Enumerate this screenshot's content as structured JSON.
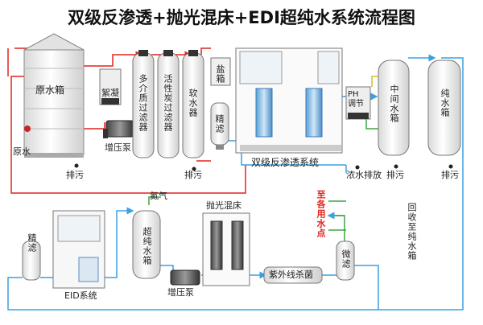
{
  "title": "双级反渗透+抛光混床+EDI超纯水系统流程图",
  "labels": {
    "raw_tank": "原水箱",
    "raw_water": "原水",
    "coagulant": "絮凝",
    "booster_pump_top": "增压泵",
    "drain": "排污",
    "multimedia_filter": "多介质过滤器",
    "carbon_filter": "活性炭过滤器",
    "softener": "软水器",
    "salt_tank": "盐箱",
    "precision_filter_top": "精滤",
    "double_ro": "双级反渗透系统",
    "ph_adjust_1": "PH",
    "ph_adjust_2": "调节",
    "intermediate_tank": "中间水箱",
    "pure_tank": "纯水箱",
    "concentrate_drain": "浓水排放",
    "nitrogen": "氮气",
    "ultrapure_tank": "超纯水箱",
    "polishing_bed": "抛光混床",
    "uv": "紫外线杀菌",
    "micro_filter": "微滤",
    "to_points": "至各用水点",
    "recycle": "回收至纯水箱",
    "precision_filter_bottom": "精滤",
    "edi": "EID系统",
    "booster_pump_bottom": "增压泵"
  },
  "colors": {
    "red_line": "#e0231c",
    "blue_line": "#3aa0e0",
    "green_line": "#3fa73f",
    "yellow_line": "#d6c12a",
    "tank_fill": "#f3f3f3",
    "tank_stroke": "#888888"
  }
}
